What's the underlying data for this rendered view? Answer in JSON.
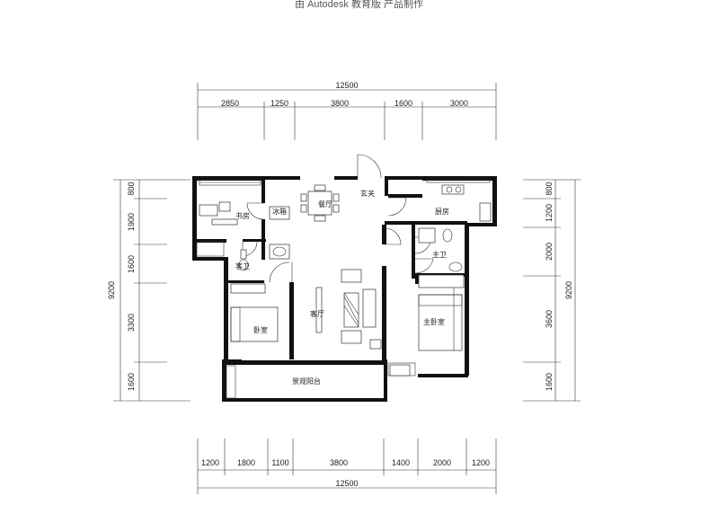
{
  "header": {
    "text": "由 Autodesk 教育版 产品制作"
  },
  "dimensions": {
    "top_total": "12500",
    "top_segments": [
      "2850",
      "1250",
      "3800",
      "1600",
      "3000"
    ],
    "bottom_total": "12500",
    "bottom_segments": [
      "1200",
      "1800",
      "1100",
      "3800",
      "1400",
      "2000",
      "1200"
    ],
    "left_total": "9200",
    "left_segments": [
      "800",
      "1900",
      "1600",
      "3300",
      "1600"
    ],
    "right_total": "9200",
    "right_segments": [
      "800",
      "1200",
      "2000",
      "3600",
      "1600"
    ]
  },
  "rooms": {
    "study": "书房",
    "dining": "餐厅",
    "entrance": "玄关",
    "kitchen": "厨房",
    "guest_bath": "客卫",
    "master_bath": "主卫",
    "living": "客厅",
    "bedroom": "卧室",
    "master_bedroom": "主卧室",
    "balcony": "景观阳台",
    "fridge": "冰箱"
  }
}
